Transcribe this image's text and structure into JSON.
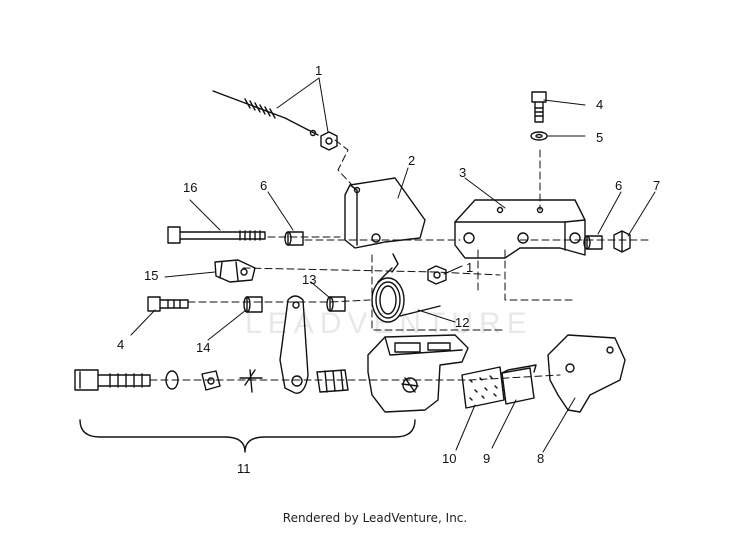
{
  "diagram": {
    "callouts": {
      "c1_top": "1",
      "c1_mid": "1",
      "c2": "2",
      "c3": "3",
      "c4_top": "4",
      "c4_left": "4",
      "c5": "5",
      "c6_left": "6",
      "c6_right": "6",
      "c7": "7",
      "c8": "8",
      "c9": "9",
      "c10": "10",
      "c11": "11",
      "c12": "12",
      "c13": "13",
      "c14": "14",
      "c15": "15",
      "c16": "16"
    },
    "watermark": "LEADVENTURE",
    "footer": "Rendered by LeadVenture, Inc."
  }
}
